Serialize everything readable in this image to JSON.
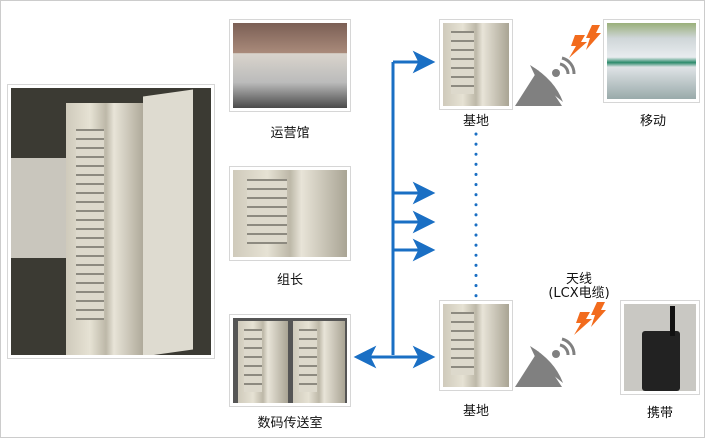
{
  "labels": {
    "control_center": "运营馆",
    "group": "组长",
    "digital_transmission_room": "数码传送室",
    "base_station_top": "基地",
    "base_station_bottom": "基地",
    "mobile": "移动",
    "antenna": "天线",
    "antenna_cable": "(LCX电缆)",
    "portable": "携带"
  },
  "colors": {
    "arrow": "#1a6fc4",
    "lightning": "#f26b1d",
    "dish": "#808080"
  }
}
